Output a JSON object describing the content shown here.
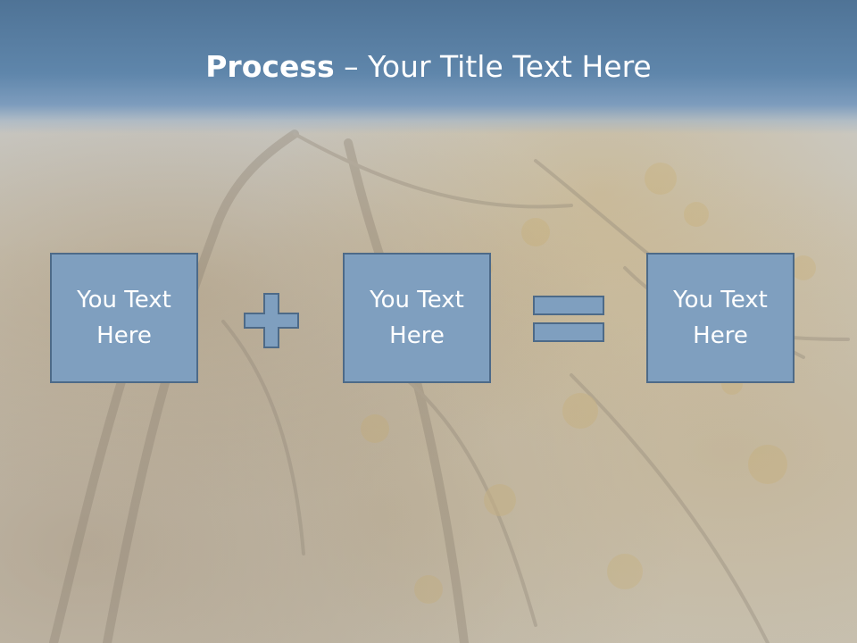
{
  "title": {
    "bold": "Process",
    "rest": " – Your Title Text Here"
  },
  "process": {
    "box1": "You Text Here",
    "operator1": "plus-icon",
    "box2": "You Text Here",
    "operator2": "equals-icon",
    "box3": "You Text Here"
  },
  "colors": {
    "header": "#5f86ab",
    "box_fill": "#7f9fbf",
    "box_border": "#4d6a88",
    "text": "#ffffff"
  }
}
